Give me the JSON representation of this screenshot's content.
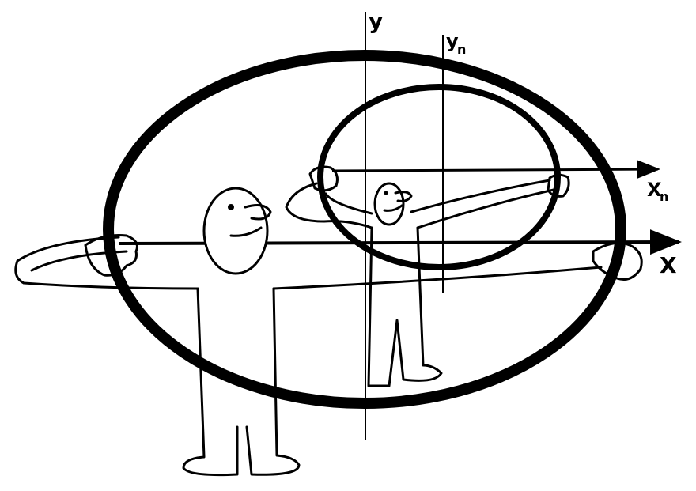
{
  "labels": {
    "y_axis": "y",
    "yn_axis": "y",
    "yn_sub": "n",
    "xn_axis": "X",
    "xn_sub": "n",
    "x_axis": "X"
  },
  "colors": {
    "ink": "#000000",
    "paper": "#ffffff"
  }
}
